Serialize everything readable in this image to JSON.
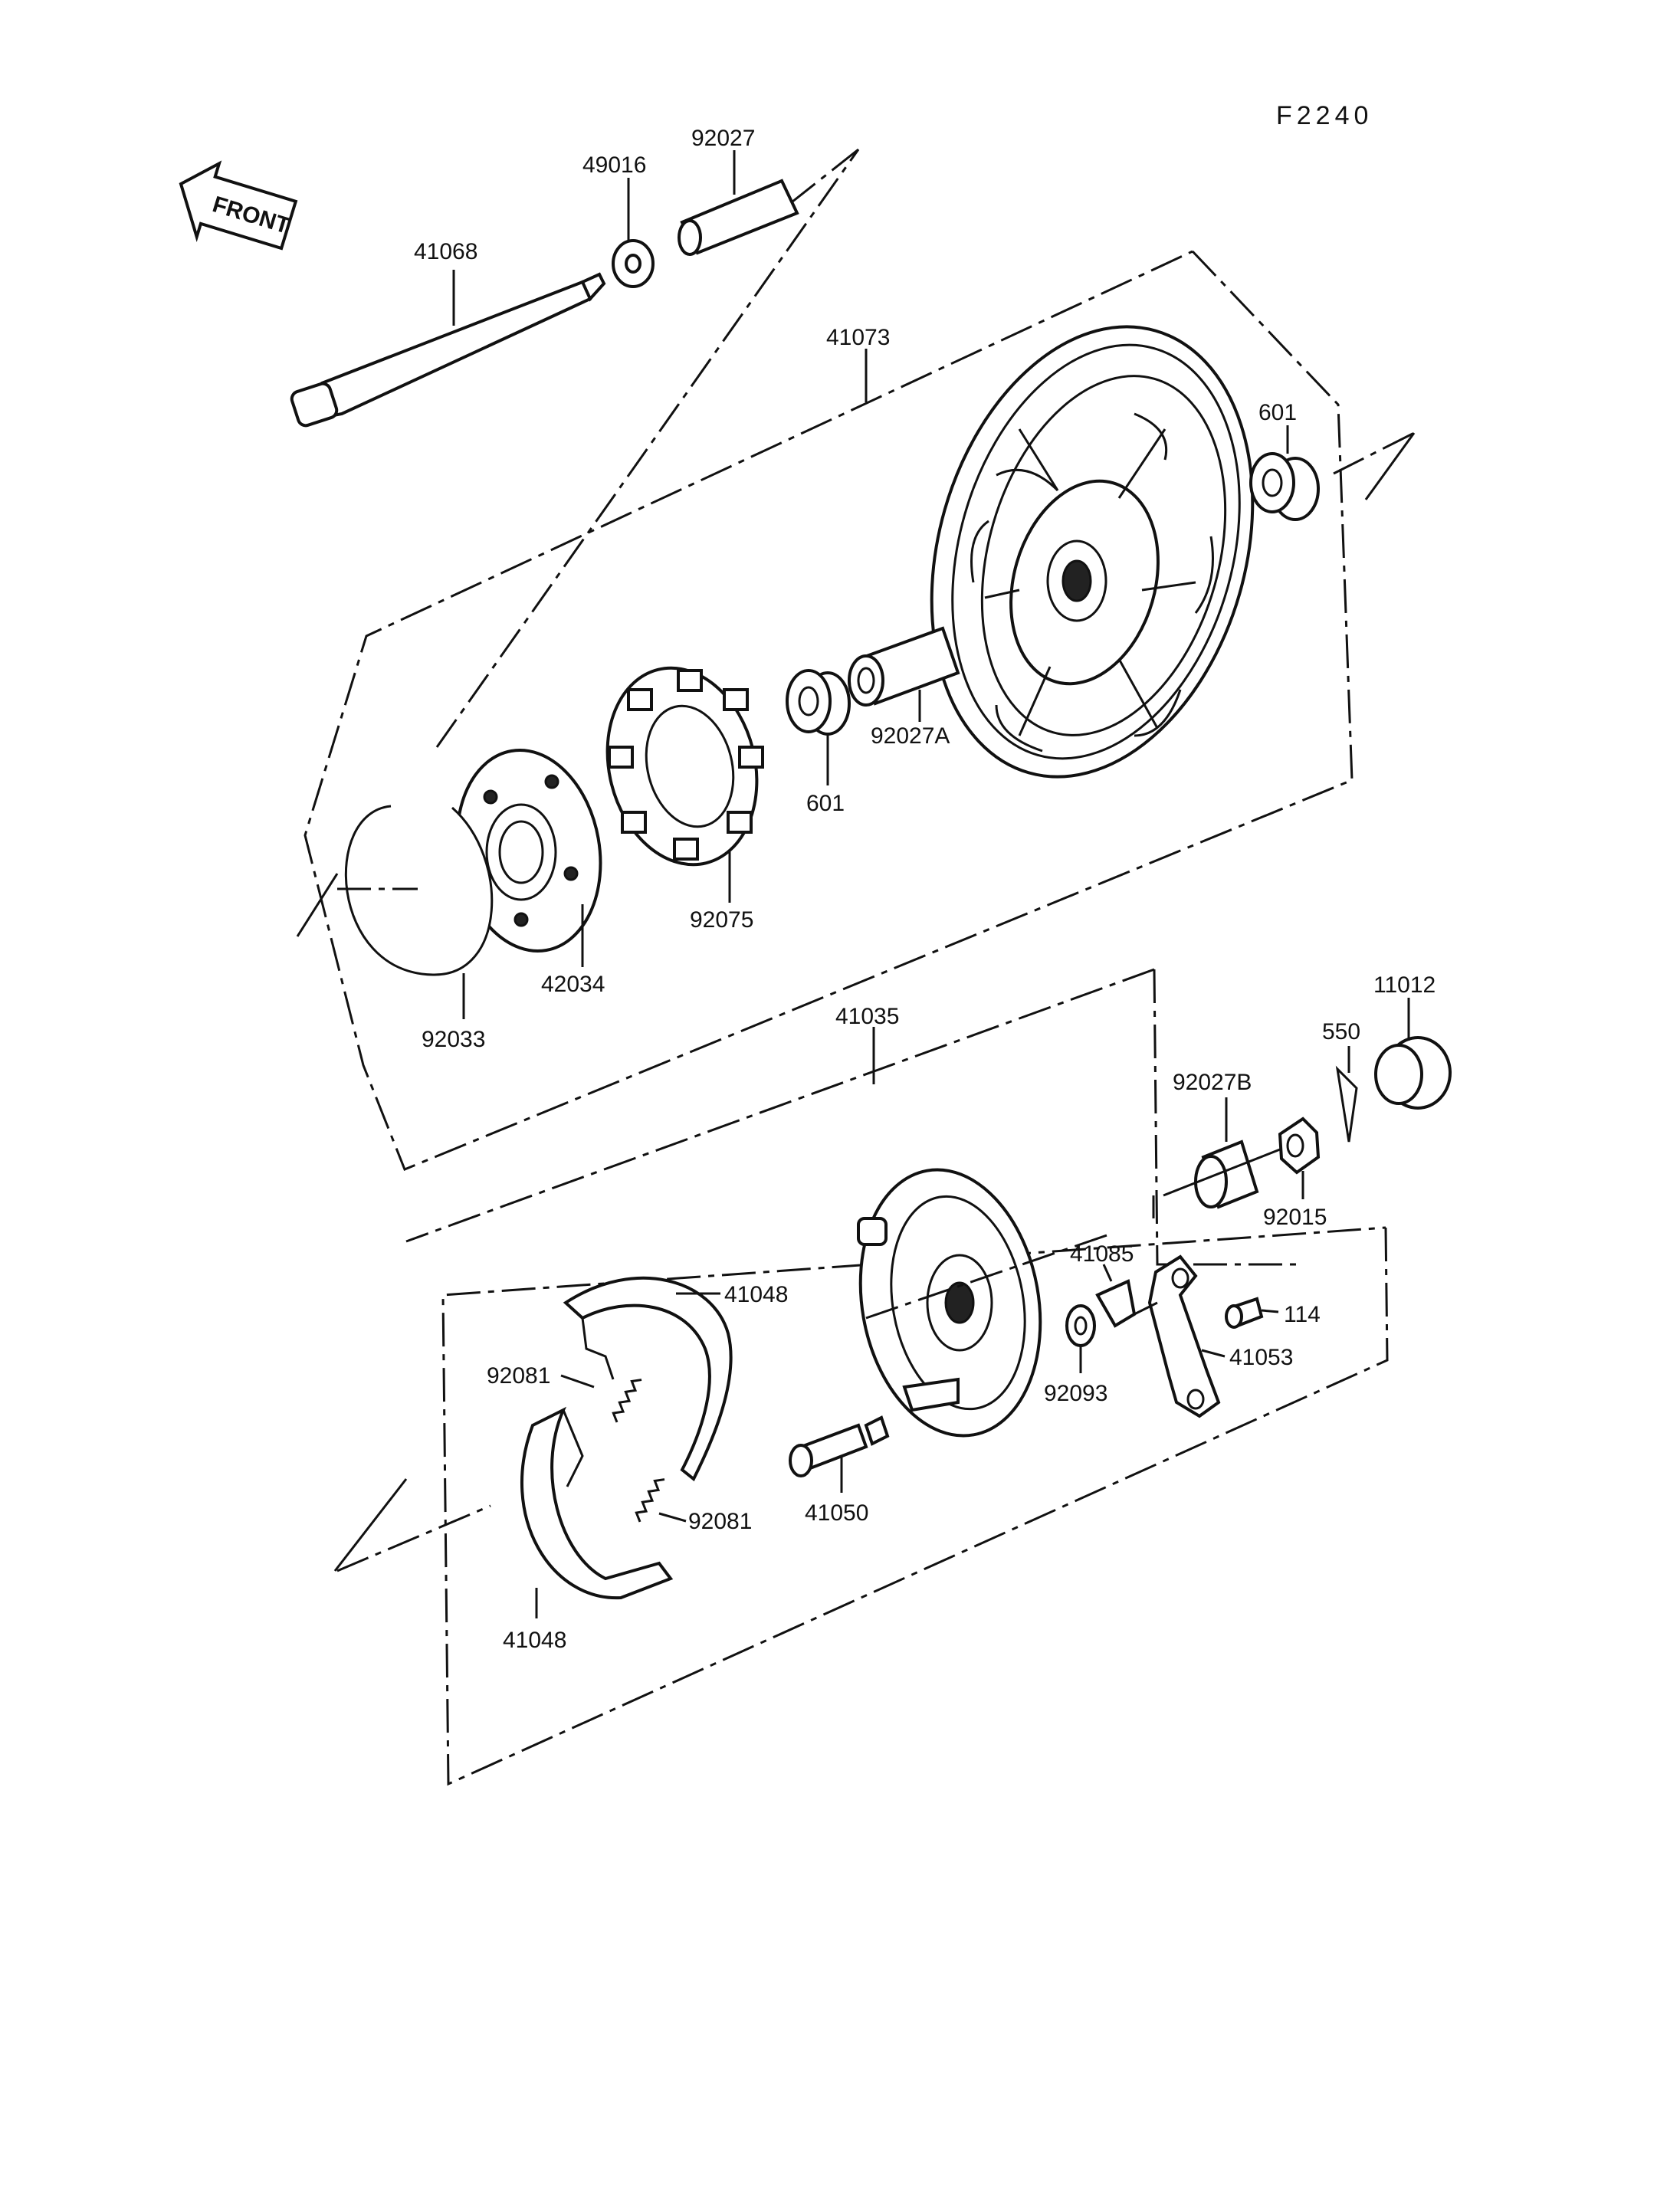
{
  "figure_code": "F2240",
  "front_label": "FRONT",
  "labels": {
    "p41068": "41068",
    "p49016": "49016",
    "p92027": "92027",
    "p41073": "41073",
    "p601_right": "601",
    "p601_mid": "601",
    "p92027A": "92027A",
    "p92075": "92075",
    "p42034": "42034",
    "p92033": "92033",
    "p41035": "41035",
    "p11012": "11012",
    "p550": "550",
    "p92027B": "92027B",
    "p92015": "92015",
    "p41085": "41085",
    "p114": "114",
    "p41053": "41053",
    "p92093": "92093",
    "p41050": "41050",
    "p41048_top": "41048",
    "p92081_top": "92081",
    "p92081_bottom": "92081",
    "p41048_bottom": "41048"
  }
}
